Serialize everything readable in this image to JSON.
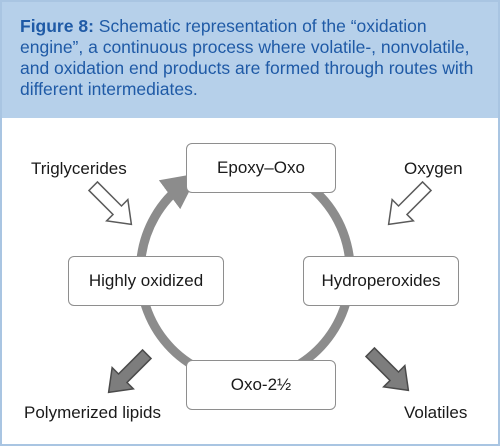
{
  "caption": {
    "label": "Figure 8:",
    "text": " Schematic representation of the “oxidation engine”, a continuous process where volatile-, nonvolatile, and oxidation end products are formed through routes with different intermediates."
  },
  "cycle_nodes": {
    "epoxy_oxo": "Epoxy–Oxo",
    "hydroperoxides": "Hydroperoxides",
    "oxo": "Oxo-2½",
    "highly_oxidized": "Highly oxidized"
  },
  "inputs": {
    "triglycerides": "Triglycerides",
    "oxygen": "Oxygen"
  },
  "outputs": {
    "polymerized_lipids": "Polymerized lipids",
    "volatiles": "Volatiles"
  },
  "colors": {
    "caption_background": "#b6d0ea",
    "caption_text": "#1f5aa6",
    "frame_border": "#a9c5e2",
    "cycle_arrow": "#8c8c8c",
    "input_arrow_fill": "#ffffff",
    "output_arrow_fill": "#7d7d7d"
  }
}
